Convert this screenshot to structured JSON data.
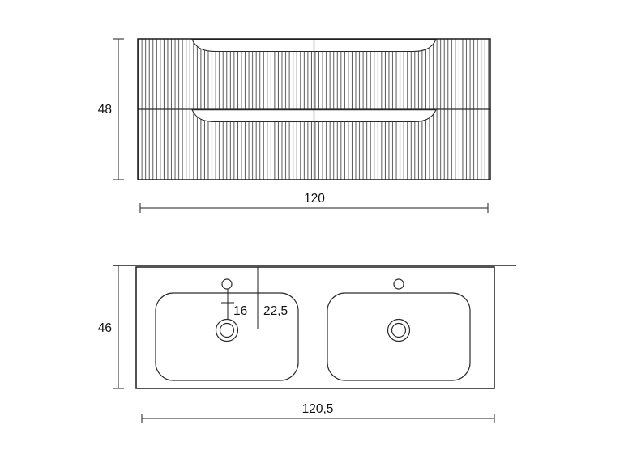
{
  "drawing": {
    "front_view": {
      "height_label": "48",
      "width_label": "120"
    },
    "plan_view": {
      "depth_label": "46",
      "width_label": "120,5",
      "faucet_drain_label": "16",
      "drain_offset_label": "22,5"
    }
  }
}
